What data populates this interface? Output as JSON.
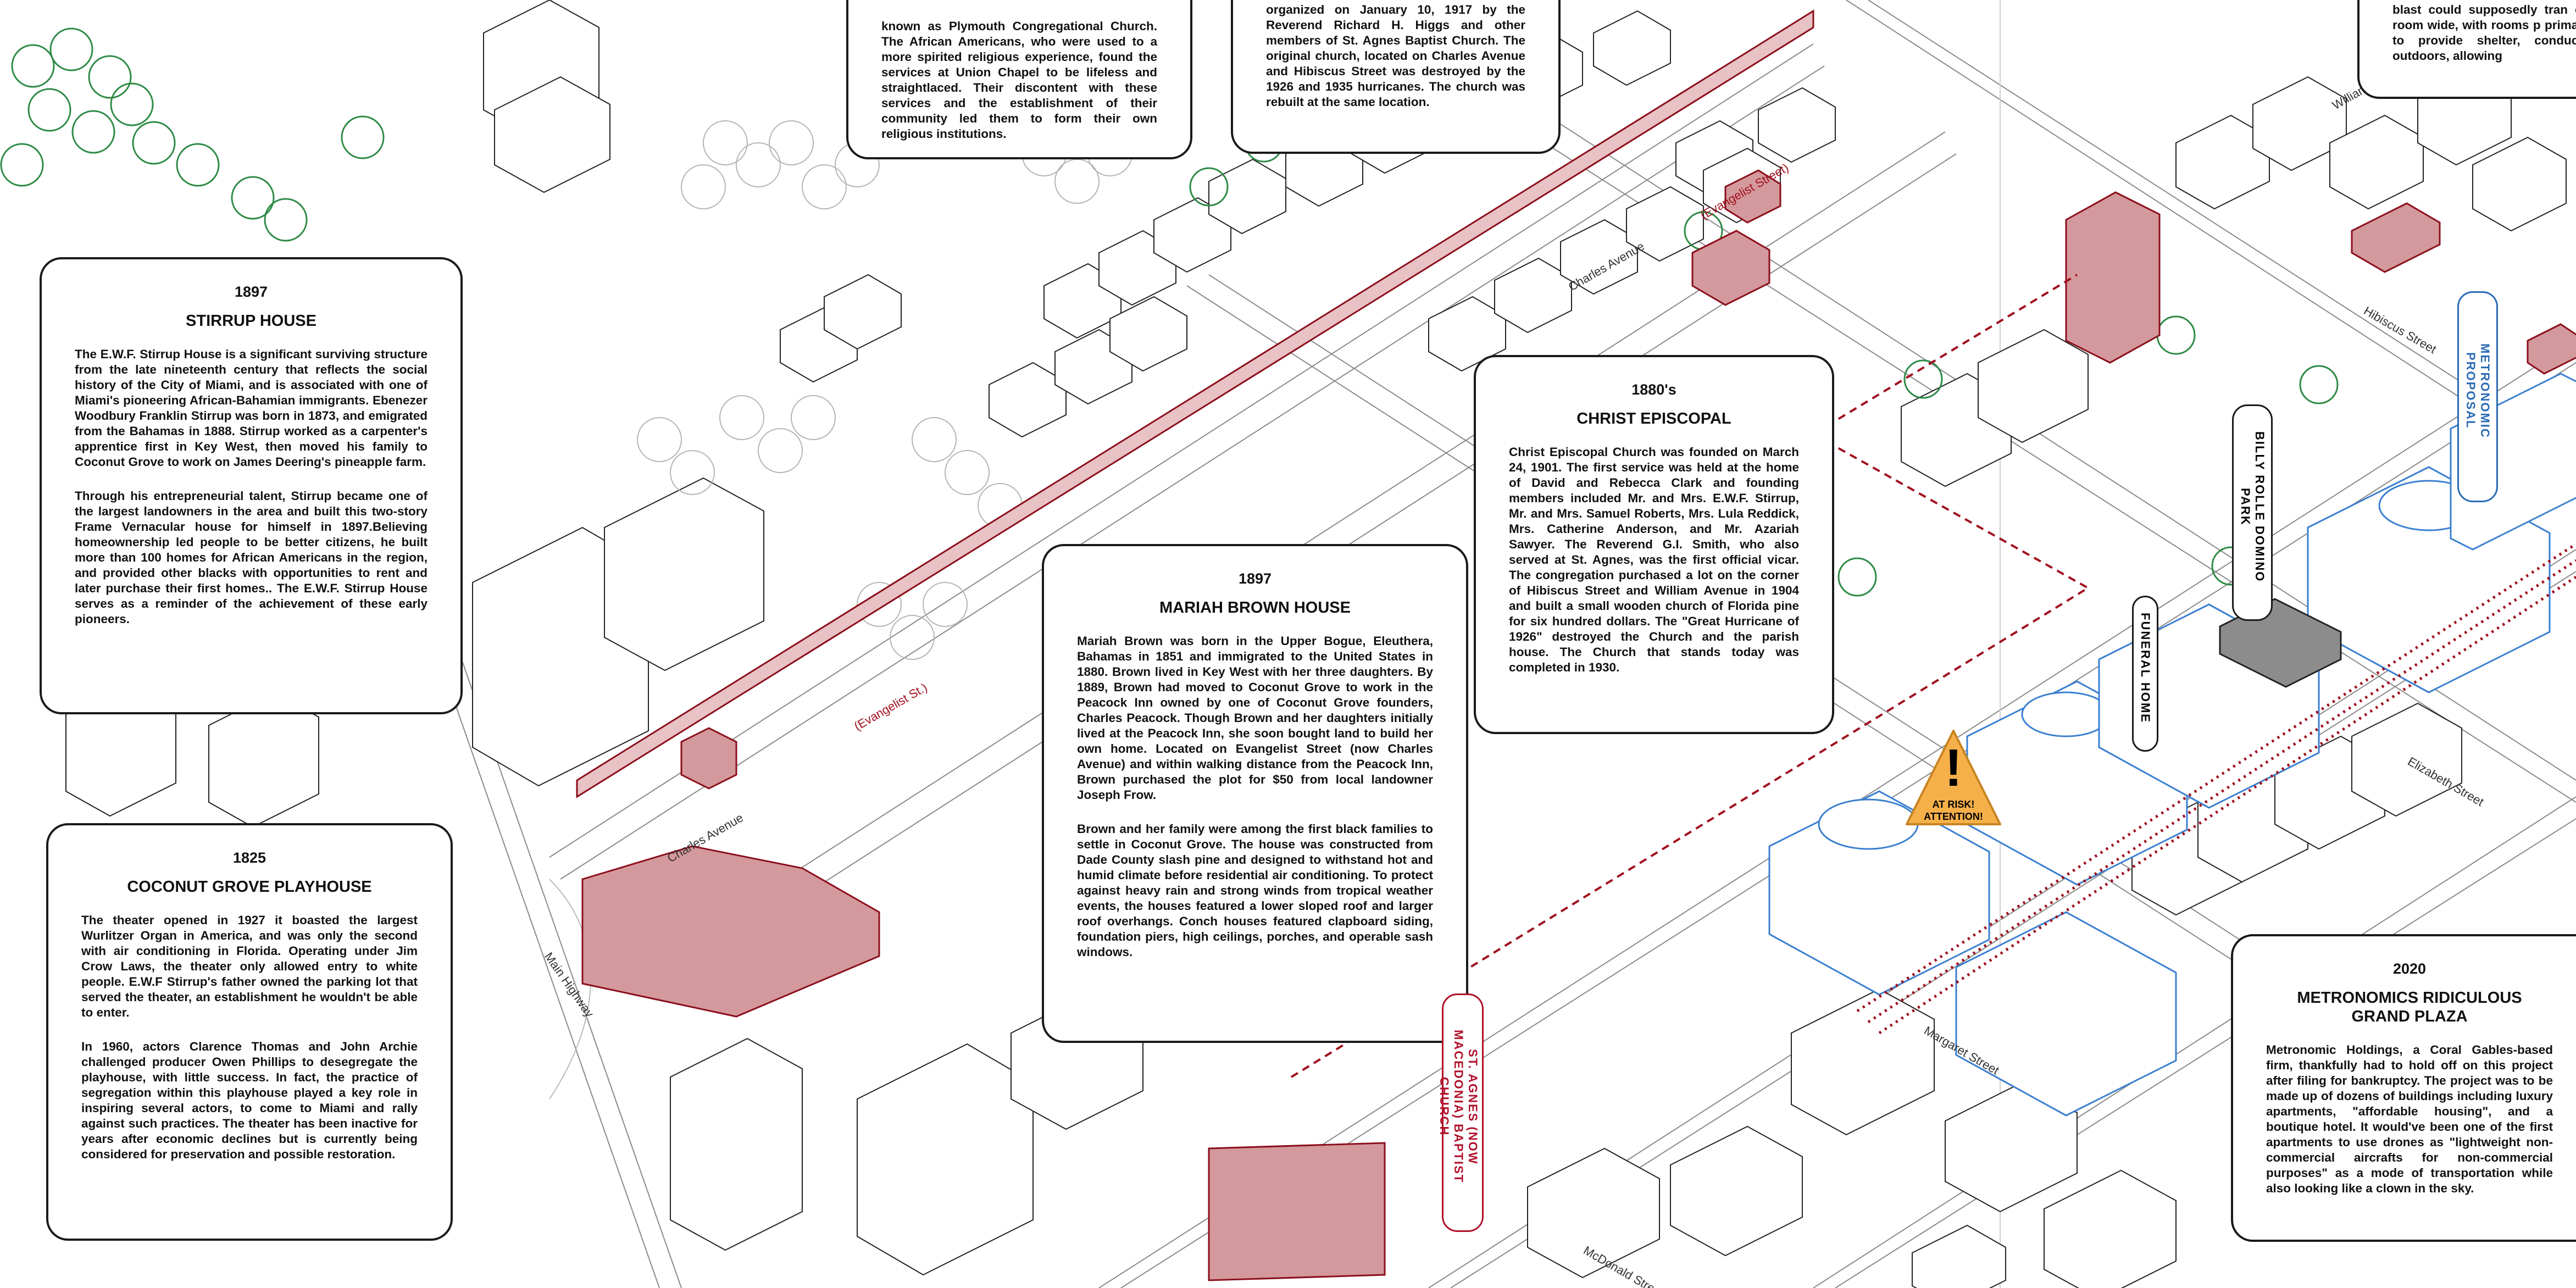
{
  "colors": {
    "historic": "#b44a52",
    "historic_fill": "#d4999c",
    "proposal": "#3a7fd0",
    "trees": "#2e8a45",
    "warning": "#f6b04a"
  },
  "streets": {
    "charles_avenue_a": "Charles Avenue",
    "charles_avenue_b": "Charles Avenue",
    "evangelist_a": "(Evangelist Street)",
    "evangelist_b": "(Evangelist St.)",
    "main_highway": "Main Highway",
    "william_avenue": "William Avenue",
    "hibiscus_street": "Hibiscus Street",
    "elizabeth_street": "Elizabeth Street",
    "margaret_street": "Margaret Street",
    "mcdonald_street": "McDonald Street"
  },
  "labels": {
    "st_agnes": "ST. AGNES (NOW MACEDONIA) BAPTIST CHURCH",
    "billy_rolle": "BILLY ROLLE DOMINO PARK",
    "funeral_home": "FUNERAL HOME",
    "metronomic": "METRONOMIC PROPOSAL"
  },
  "warning": {
    "line1": "AT RISK!",
    "line2": "ATTENTION!",
    "glyph": "!"
  },
  "cards": {
    "plymouth": {
      "paragraphs": [
        "known as Plymouth Congregational Church. The African Americans, who were used to a more spirited religious experience, found the services at Union Chapel to be lifeless and straightlaced. Their discontent with these services and the establishment of their community led them to form their own religious institutions."
      ]
    },
    "st_agnes_partial": {
      "paragraphs": [
        "organized on January 10, 1917 by the Reverend Richard H. Higgs and other members of St. Agnes Baptist Church. The original church, located on Charles Avenue and Hibiscus Street was destroyed by the 1926 and 1935 hurricanes. The church was rebuilt at the same location."
      ]
    },
    "top_right_partial": {
      "paragraphs": [
        "blast could supposedly tran one room wide, with rooms p primarily to provide shelter, conducted outdoors, allowing"
      ]
    },
    "stirrup": {
      "year": "1897",
      "title": "STIRRUP HOUSE",
      "paragraphs": [
        "The E.W.F. Stirrup House is a significant surviving structure from the late nineteenth century that reflects the social history of the City of Miami, and is associated with one of Miami's pioneering African-Bahamian immigrants. Ebenezer Woodbury Franklin Stirrup was born in 1873, and emigrated from the Bahamas in 1888. Stirrup worked as a carpenter's apprentice first in Key West, then moved his family to Coconut Grove to work on James Deering's pineapple farm.",
        "Through his entrepreneurial talent, Stirrup became one of the largest landowners in the area and built this two-story Frame Vernacular house for himself in 1897.Believing homeownership led people to be better citizens, he built more than 100 homes for African Americans in the region, and provided other blacks with opportunities to rent and later purchase their first homes.. The E.W.F. Stirrup House serves as a reminder of the achievement of these early pioneers."
      ]
    },
    "playhouse": {
      "year": "1825",
      "title": "COCONUT GROVE PLAYHOUSE",
      "paragraphs": [
        "The theater opened in 1927 it boasted the largest Wurlitzer Organ in America, and was only the second with air conditioning in Florida. Operating under Jim Crow Laws, the theater only allowed entry to white people. E.W.F Stirrup's father owned the parking lot that served the theater, an establishment he wouldn't be able to enter.",
        "In 1960, actors Clarence Thomas and John Archie challenged producer Owen Phillips to desegregate the playhouse, with little success. In fact, the practice of segregation within this playhouse played a key role in inspiring several actors, to come to Miami and rally against such practices. The theater has been inactive for years after economic declines but is currently being considered for preservation and possible restoration."
      ]
    },
    "mariah": {
      "year": "1897",
      "title": "MARIAH BROWN HOUSE",
      "paragraphs": [
        "Mariah Brown was born in the Upper Bogue, Eleuthera, Bahamas in 1851 and immigrated to the United States in 1880. Brown lived in Key West with her three daughters. By 1889, Brown had moved to Coconut Grove to work in the Peacock Inn owned by one of Coconut Grove founders, Charles Peacock. Though Brown and her daughters initially lived at the Peacock Inn, she soon bought land to build her own home. Located on Evangelist Street (now Charles Avenue) and within walking distance from the Peacock Inn, Brown purchased the plot for $50 from local landowner Joseph Frow.",
        "Brown and her family were among the first black families to settle in Coconut Grove. The house was constructed from Dade County slash pine and designed to withstand hot and humid climate before residential air conditioning. To protect against heavy rain and strong winds from tropical weather events, the houses featured a lower sloped roof and larger roof overhangs. Conch houses featured clapboard siding, foundation piers, high ceilings, porches, and operable sash windows."
      ]
    },
    "episcopal": {
      "year": "1880's",
      "title": "CHRIST EPISCOPAL",
      "paragraphs": [
        "Christ Episcopal Church was founded on March 24, 1901. The first service was held at the home of David and Rebecca Clark and founding members included Mr. and Mrs. E.W.F. Stirrup, Mr. and Mrs. Samuel Roberts, Mrs. Lula Reddick, Mrs. Catherine Anderson, and Mr. Azariah Sawyer. The Reverend G.I. Smith, who also served at St. Agnes, was the first official vicar. The congregation purchased a lot on the corner of Hibiscus Street and William Avenue in 1904 and built a small wooden church of Florida pine for six hundred dollars. The \"Great Hurricane of 1926\" destroyed the Church and the parish house. The Church that stands today was completed in 1930."
      ]
    },
    "metronomics": {
      "year": "2020",
      "title": "METRONOMICS RIDICULOUS GRAND PLAZA",
      "paragraphs": [
        "Metronomic Holdings, a Coral Gables-based firm, thankfully had to hold off on this project after filing for bankruptcy. The project was to be made up of dozens of buildings including luxury apartments, \"affordable housing\", and a boutique hotel. It would've been one of the first apartments to use drones as \"lightweight non-commercial aircrafts for non-commercial purposes\" as a mode of transportation while also looking like a clown in the sky."
      ]
    }
  }
}
